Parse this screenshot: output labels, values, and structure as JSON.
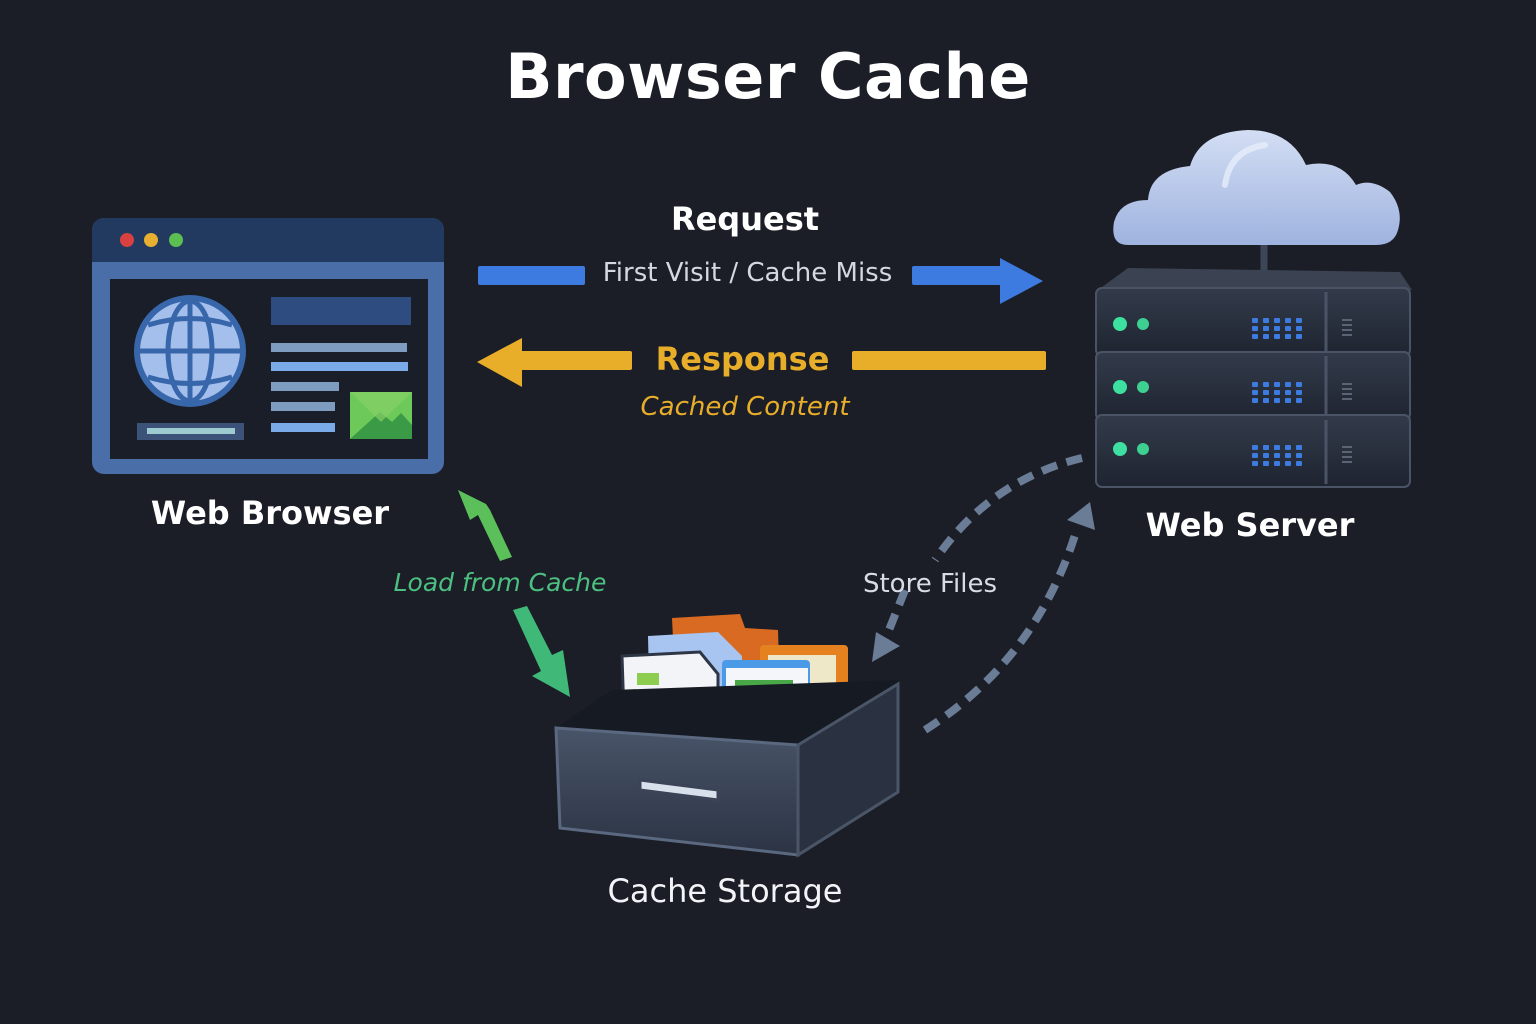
{
  "title": "Browser Cache",
  "nodes": {
    "browser": {
      "label": "Web Browser"
    },
    "server": {
      "label": "Web Server"
    },
    "storage": {
      "label": "Cache Storage"
    }
  },
  "edges": {
    "request": {
      "label": "Request",
      "sublabel": "First Visit / Cache Miss",
      "color": "#3d7be0"
    },
    "response": {
      "label": "Response",
      "sublabel": "Cached Content",
      "color": "#e8ae2a"
    },
    "load": {
      "label": "Load from Cache",
      "color": "#3fb878"
    },
    "store": {
      "label": "Store Files",
      "color": "#6a7c96"
    }
  },
  "colors": {
    "background": "#1b1e27",
    "browser_frame": "#4a6ea8",
    "browser_titlebar": "#223a60",
    "dot_red": "#d94040",
    "dot_yellow": "#e8b030",
    "dot_green": "#5cc050",
    "server_led": "#3de0a0",
    "server_port": "#3d7be0",
    "cloud": "#b8c9ea"
  }
}
